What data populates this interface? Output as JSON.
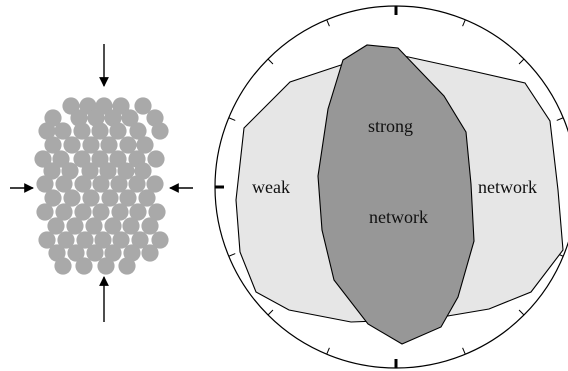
{
  "diagram": {
    "labels": {
      "weak_left": "weak",
      "network_right": "network",
      "strong": "strong",
      "network_center": "network"
    },
    "colors": {
      "grain": "#a9a9a9",
      "weak_region": "#e6e6e6",
      "strong_region": "#979797",
      "outline": "#000000"
    }
  }
}
